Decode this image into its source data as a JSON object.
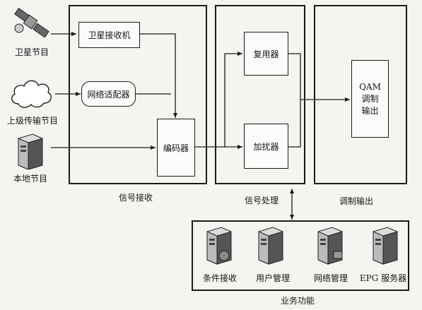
{
  "sources": {
    "satellite": "卫星节目",
    "upper_level": "上级传输节目",
    "local": "本地节目"
  },
  "receive": {
    "title": "信号接收",
    "satellite_receiver": "卫星接收机",
    "network_adapter": "网络适配器",
    "encoder": "编码器"
  },
  "process": {
    "title": "信号处理",
    "multiplexer": "复用器",
    "scrambler": "加扰器"
  },
  "modulation": {
    "title": "调制输出",
    "qam_line1": "QAM",
    "qam_line2": "调",
    "qam_line3": "制",
    "qam_line4": "输",
    "qam_line5": "出"
  },
  "business": {
    "title": "业务功能",
    "items": [
      "条件接收",
      "用户管理",
      "网络管理",
      "EPG 服务器"
    ]
  }
}
